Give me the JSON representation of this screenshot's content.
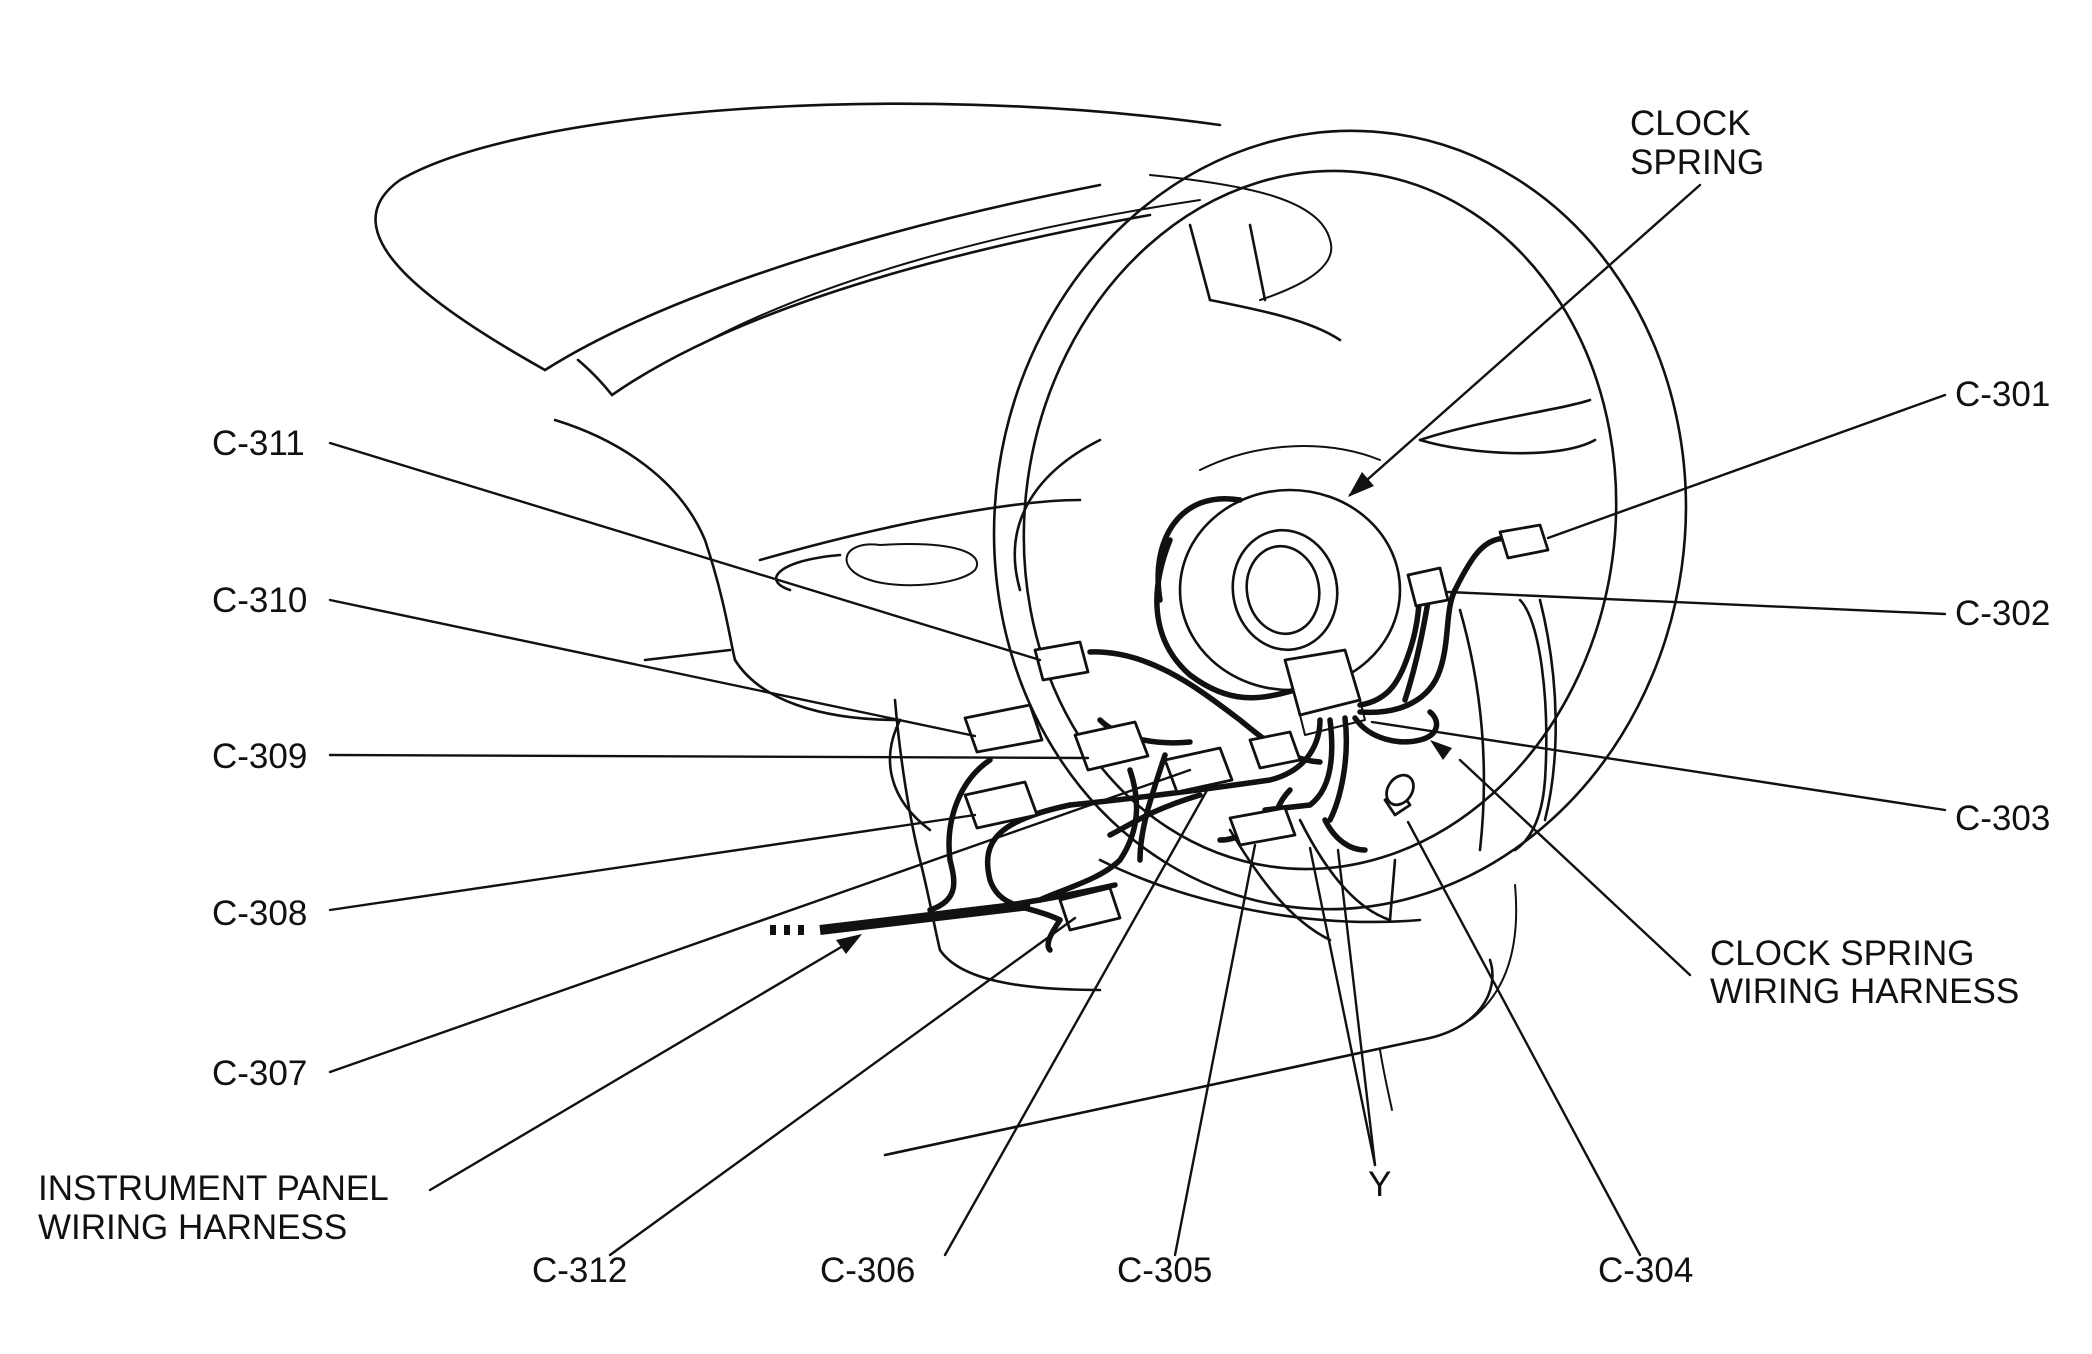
{
  "labels": {
    "clock_spring_line1": "CLOCK",
    "clock_spring_line2": "SPRING",
    "c301": "C-301",
    "c302": "C-302",
    "c303": "C-303",
    "c304": "C-304",
    "c305": "C-305",
    "c306": "C-306",
    "c307": "C-307",
    "c308": "C-308",
    "c309": "C-309",
    "c310": "C-310",
    "c311": "C-311",
    "c312": "C-312",
    "y": "Y",
    "cs_harness_line1": "CLOCK SPRING",
    "cs_harness_line2": "WIRING HARNESS",
    "ip_harness_line1": "INSTRUMENT PANEL",
    "ip_harness_line2": "WIRING HARNESS"
  }
}
